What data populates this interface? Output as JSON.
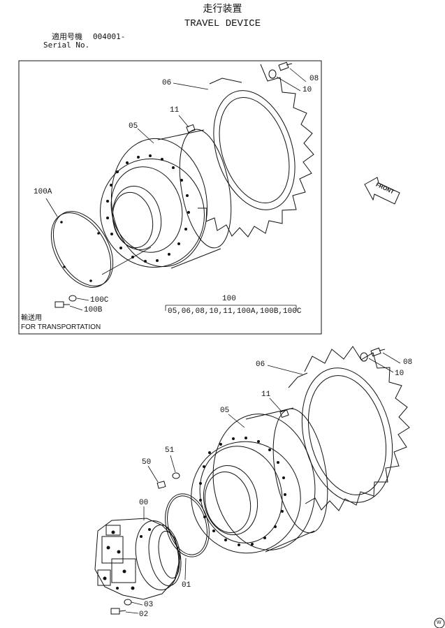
{
  "header": {
    "title_ja": "走行装置",
    "title_en": "TRAVEL DEVICE",
    "serial_label_ja": "適用号機",
    "serial_value": "004001-",
    "serial_label_en": "Serial No."
  },
  "transport_box": {
    "note_ja": "輸送用",
    "note_en": "FOR TRANSPORTATION",
    "set_number": "100",
    "set_contents": "05,06,08,10,11,100A,100B,100C"
  },
  "front_arrow": {
    "label": "FRONT"
  },
  "callouts_upper": [
    "06",
    "08",
    "10",
    "11",
    "05",
    "100A",
    "100C",
    "100B"
  ],
  "callouts_lower": [
    "06",
    "08",
    "10",
    "11",
    "05",
    "51",
    "50",
    "00",
    "01",
    "03",
    "02"
  ],
  "footer_mark": "W"
}
